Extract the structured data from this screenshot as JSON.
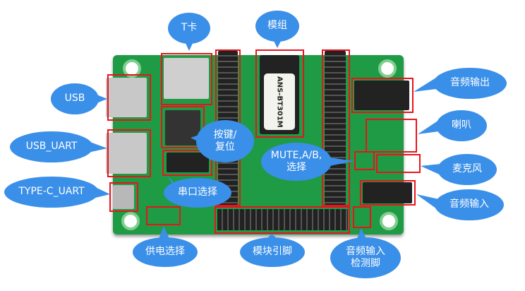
{
  "module_label": "ANS-BT301M",
  "callouts": {
    "tcard": "T卡",
    "module": "模组",
    "usb": "USB",
    "usb_uart": "USB_UART",
    "typec_uart": "TYPE-C_UART",
    "keys": "按键/\n复位",
    "uart_select": "串口选择",
    "power_select": "供电选择",
    "module_pins": "模块引脚",
    "audio_in_detect": "音频输入\n检测脚",
    "mute_ab": "MUTE,A/B,\n选择",
    "audio_out": "音频输出",
    "speaker": "喇叭",
    "mic": "麦克风",
    "audio_in": "音频输入"
  },
  "colors": {
    "callout": "#3a8fe8",
    "highlight": "#e8141c",
    "pcb": "#1f9a45"
  }
}
